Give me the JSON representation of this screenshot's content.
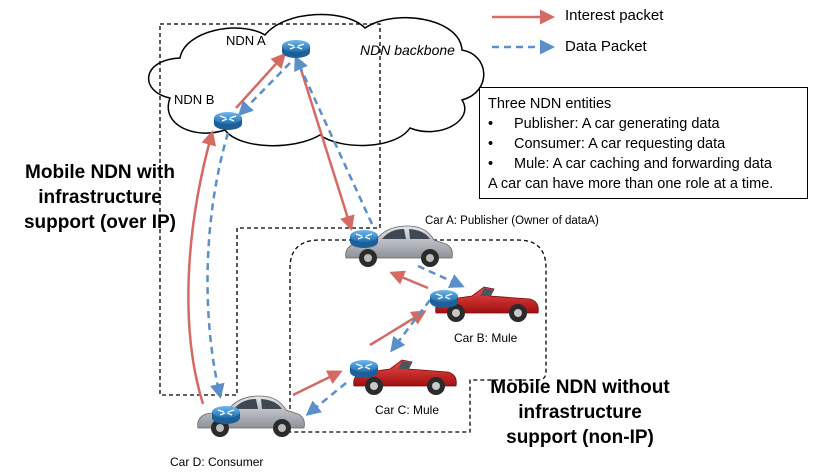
{
  "legend": {
    "interest": "Interest packet",
    "data": "Data Packet"
  },
  "backbone": "NDN backbone",
  "routers": {
    "a": "NDN A",
    "b": "NDN B"
  },
  "cars": {
    "a": "Car A:  Publisher (Owner of dataA)",
    "b": "Car B: Mule",
    "c": "Car C: Mule",
    "d": "Car D: Consumer"
  },
  "regions": {
    "infra": [
      "Mobile NDN with",
      "infrastructure",
      "support (over IP)"
    ],
    "noinfra": [
      "Mobile NDN without",
      "infrastructure",
      "support (non-IP)"
    ]
  },
  "info": {
    "title": "Three NDN entities",
    "bullet": "•",
    "items": [
      "Publisher: A car generating data",
      "Consumer: A car requesting data",
      "Mule: A car caching and forwarding data"
    ],
    "footer": "A car can have more than one role at a time."
  },
  "colors": {
    "interest": "#d46a63",
    "data": "#5b8fc9",
    "red_car": "#d62020",
    "silver_car": "#b8bcc2",
    "router": "#2f86c9"
  }
}
